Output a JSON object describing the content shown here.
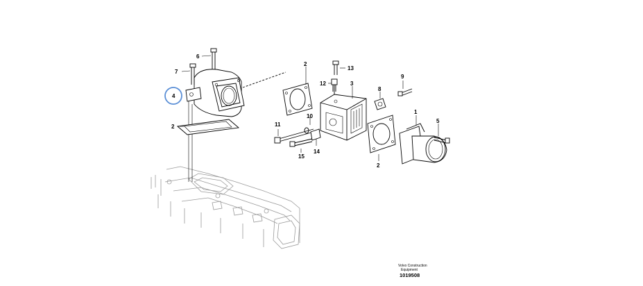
{
  "diagram": {
    "callouts": {
      "c1": "1",
      "c2a": "2",
      "c2b": "2",
      "c2c": "2",
      "c3": "3",
      "c4": "4",
      "c5": "5",
      "c6": "6",
      "c7": "7",
      "c8": "8",
      "c9": "9",
      "c10": "10",
      "c11": "11",
      "c12": "12",
      "c13": "13",
      "c14": "14",
      "c15": "15"
    },
    "highlight_color": "#5b8fd6"
  },
  "footer": {
    "brand_line1": "Volvo Construction",
    "brand_line2": "Equipment",
    "drawing_number": "1019508"
  }
}
